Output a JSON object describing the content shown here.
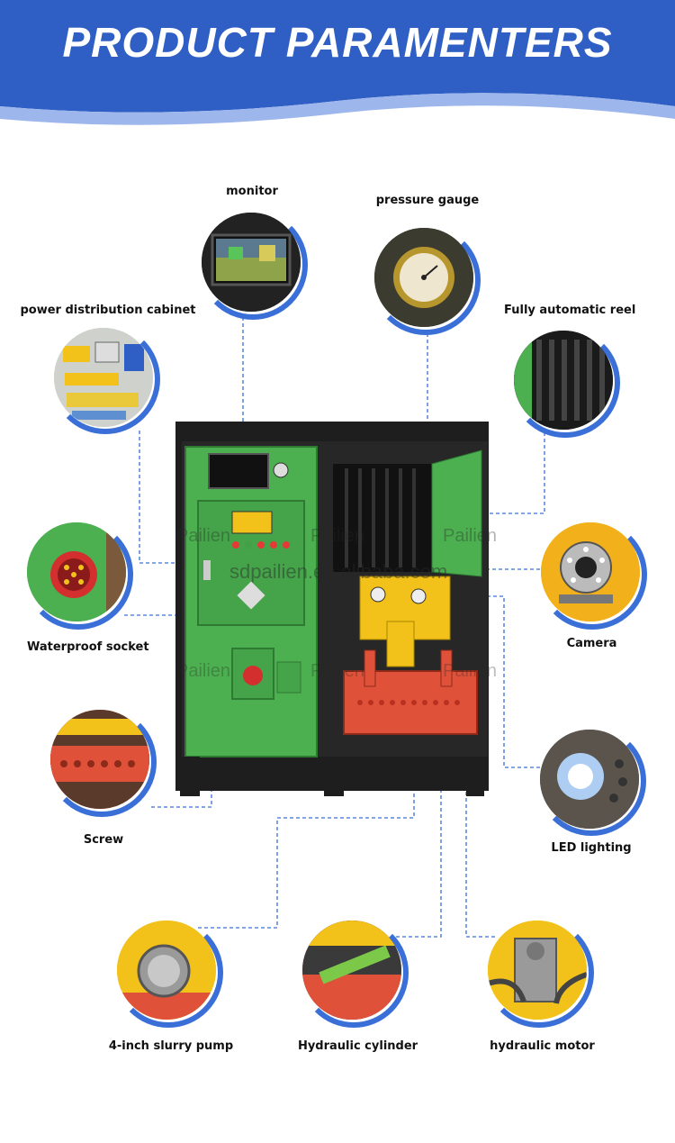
{
  "header": {
    "title": "PRODUCT PARAMENTERS",
    "bg_color": "#2f5fc4"
  },
  "watermark": {
    "site": "sdpailien.en.alibaba.com",
    "brand": "Pailien"
  },
  "components": {
    "monitor": {
      "label": "monitor"
    },
    "pressure_gauge": {
      "label": "pressure gauge"
    },
    "power_cabinet": {
      "label": "power distribution cabinet"
    },
    "reel": {
      "label": "Fully automatic reel"
    },
    "socket": {
      "label": "Waterproof socket"
    },
    "camera": {
      "label": "Camera"
    },
    "screw": {
      "label": "Screw"
    },
    "led": {
      "label": "LED lighting"
    },
    "pump": {
      "label": "4-inch slurry pump"
    },
    "cylinder": {
      "label": "Hydraulic cylinder"
    },
    "motor": {
      "label": "hydraulic motor"
    }
  },
  "colors": {
    "accent_blue": "#3a6fd8",
    "cabinet_green": "#4caf50",
    "frame_black": "#1e1e1e",
    "pump_red": "#e0513a",
    "motor_yellow": "#f2c21a"
  }
}
